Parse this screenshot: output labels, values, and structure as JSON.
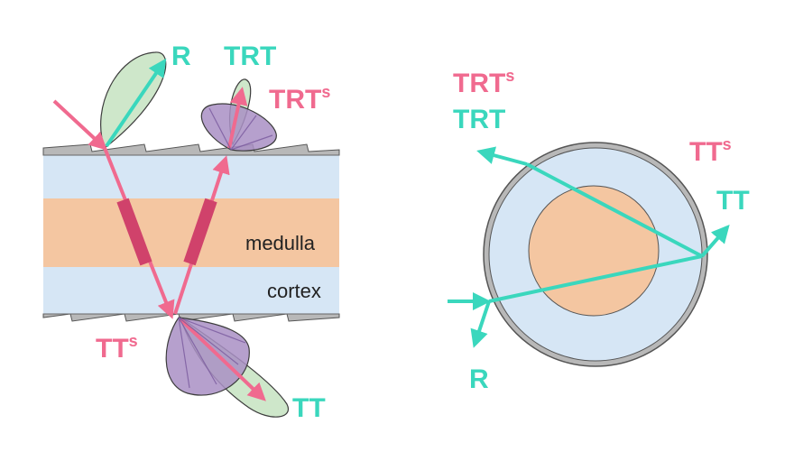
{
  "colors": {
    "teal": "#3ad7bd",
    "pink": "#f06a8f",
    "pink_dark": "#d0426b",
    "cortex": "#d6e6f5",
    "medulla": "#f4c6a1",
    "cuticle": "#b8b8b8",
    "lobe_green": "#c9e4c4",
    "lobe_purple": "#a98fc4"
  },
  "left_diagram": {
    "labels": {
      "r": "R",
      "trt": "TRT",
      "trt_s_main": "TRT",
      "trt_s_sup": "s",
      "tt_s_main": "TT",
      "tt_s_sup": "s",
      "tt": "TT"
    },
    "layers": {
      "medulla": "medulla",
      "cortex": "cortex"
    }
  },
  "right_diagram": {
    "labels": {
      "trt_s_main": "TRT",
      "trt_s_sup": "s",
      "trt": "TRT",
      "tt_s_main": "TT",
      "tt_s_sup": "s",
      "tt": "TT",
      "r": "R"
    }
  }
}
